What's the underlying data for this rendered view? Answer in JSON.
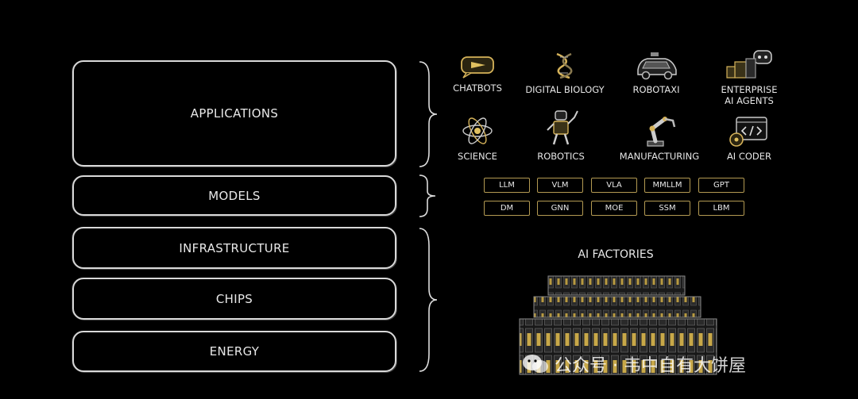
{
  "layers": {
    "applications": "APPLICATIONS",
    "models": "MODELS",
    "infrastructure": "INFRASTRUCTURE",
    "chips": "CHIPS",
    "energy": "ENERGY"
  },
  "apps": {
    "chatbots": "CHATBOTS",
    "digital_biology": "DIGITAL BIOLOGY",
    "robotaxi": "ROBOTAXI",
    "enterprise_ai_agents_1": "ENTERPRISE",
    "enterprise_ai_agents_2": "AI AGENTS",
    "science": "SCIENCE",
    "robotics": "ROBOTICS",
    "manufacturing": "MANUFACTURING",
    "ai_coder": "AI CODER"
  },
  "models": {
    "row1": [
      "LLM",
      "VLM",
      "VLA",
      "MMLLM",
      "GPT"
    ],
    "row2": [
      "DM",
      "GNN",
      "MOE",
      "SSM",
      "LBM"
    ]
  },
  "factory": {
    "title": "AI FACTORIES"
  },
  "watermark": {
    "text": "公众号 · 韦中自有大饼屋"
  },
  "colors": {
    "background": "#000000",
    "accent_gold": "#c9a84c",
    "outline": "#d9d9d9"
  }
}
